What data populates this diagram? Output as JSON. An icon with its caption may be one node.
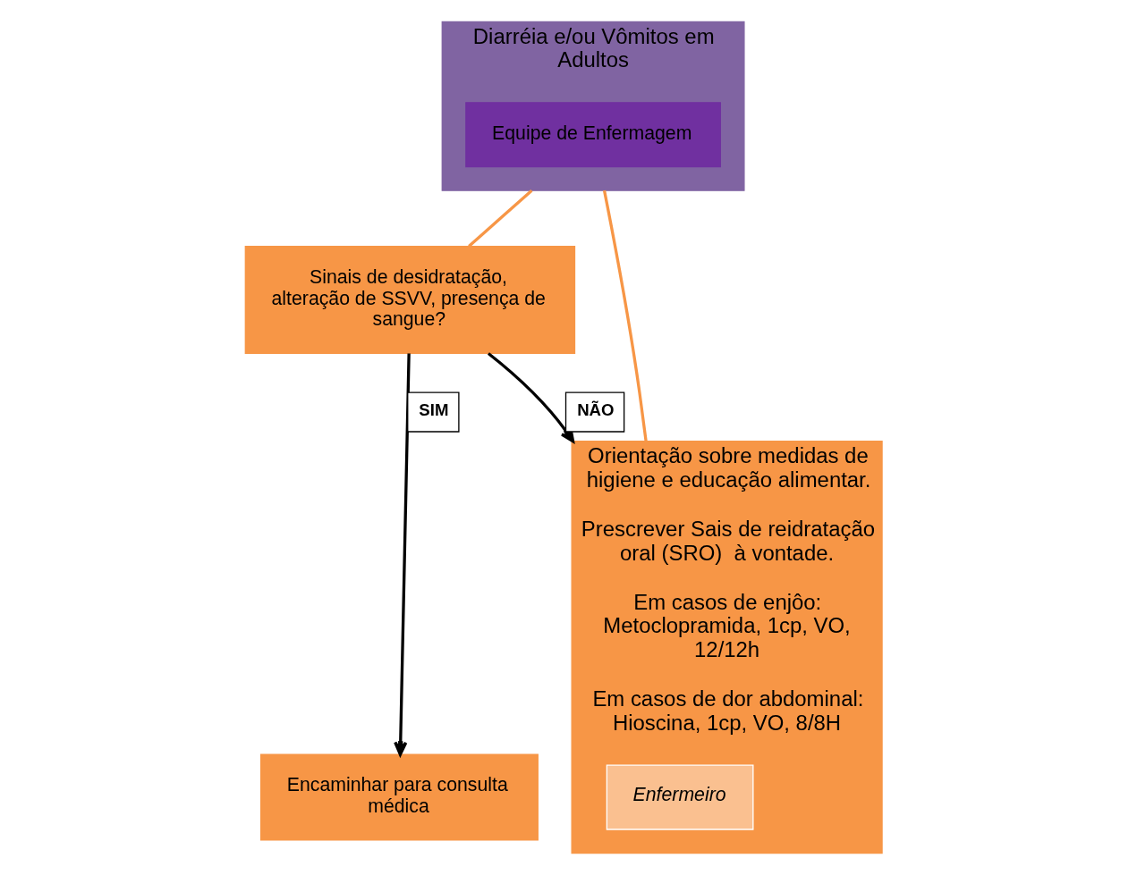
{
  "diagram": {
    "nodes": [
      {
        "text": [
          "Diarréia e/ou Vômitos em Adultos"
        ]
      },
      {
        "text": [
          "Equipe de Enfermagem"
        ],
        "in": 0
      },
      {
        "text": [
          "Sinais de desidratação, alteração de SSVV, presença de sangue?"
        ]
      },
      {
        "text": [
          "Orientação sobre medidas de higiene e educação alimentar.",
          "Prescrever Sais de reidratação oral (SRO)  à vontade.",
          "Em casos de enjôo: Metoclopramida, 1cp, VO, 12/12h",
          "Em casos de dor abdominal: Hioscina, 1cp, VO, 8/8H"
        ]
      },
      {
        "text": [
          "Enfermeiro"
        ],
        "in": 3
      },
      {
        "text": [
          "Encaminhar para consulta médica"
        ]
      }
    ],
    "edges": [
      {
        "from": 0,
        "to": 2,
        "arrow": "none",
        "color": "#f79646"
      },
      {
        "from": 0,
        "to": 3,
        "arrow": "none",
        "color": "#f79646"
      },
      {
        "from": 2,
        "to": 3,
        "arrow": "to",
        "label": "NÃO",
        "color": "#000000"
      },
      {
        "from": 2,
        "to": 5,
        "arrow": "to",
        "label": "SIM",
        "color": "#000000"
      }
    ]
  }
}
